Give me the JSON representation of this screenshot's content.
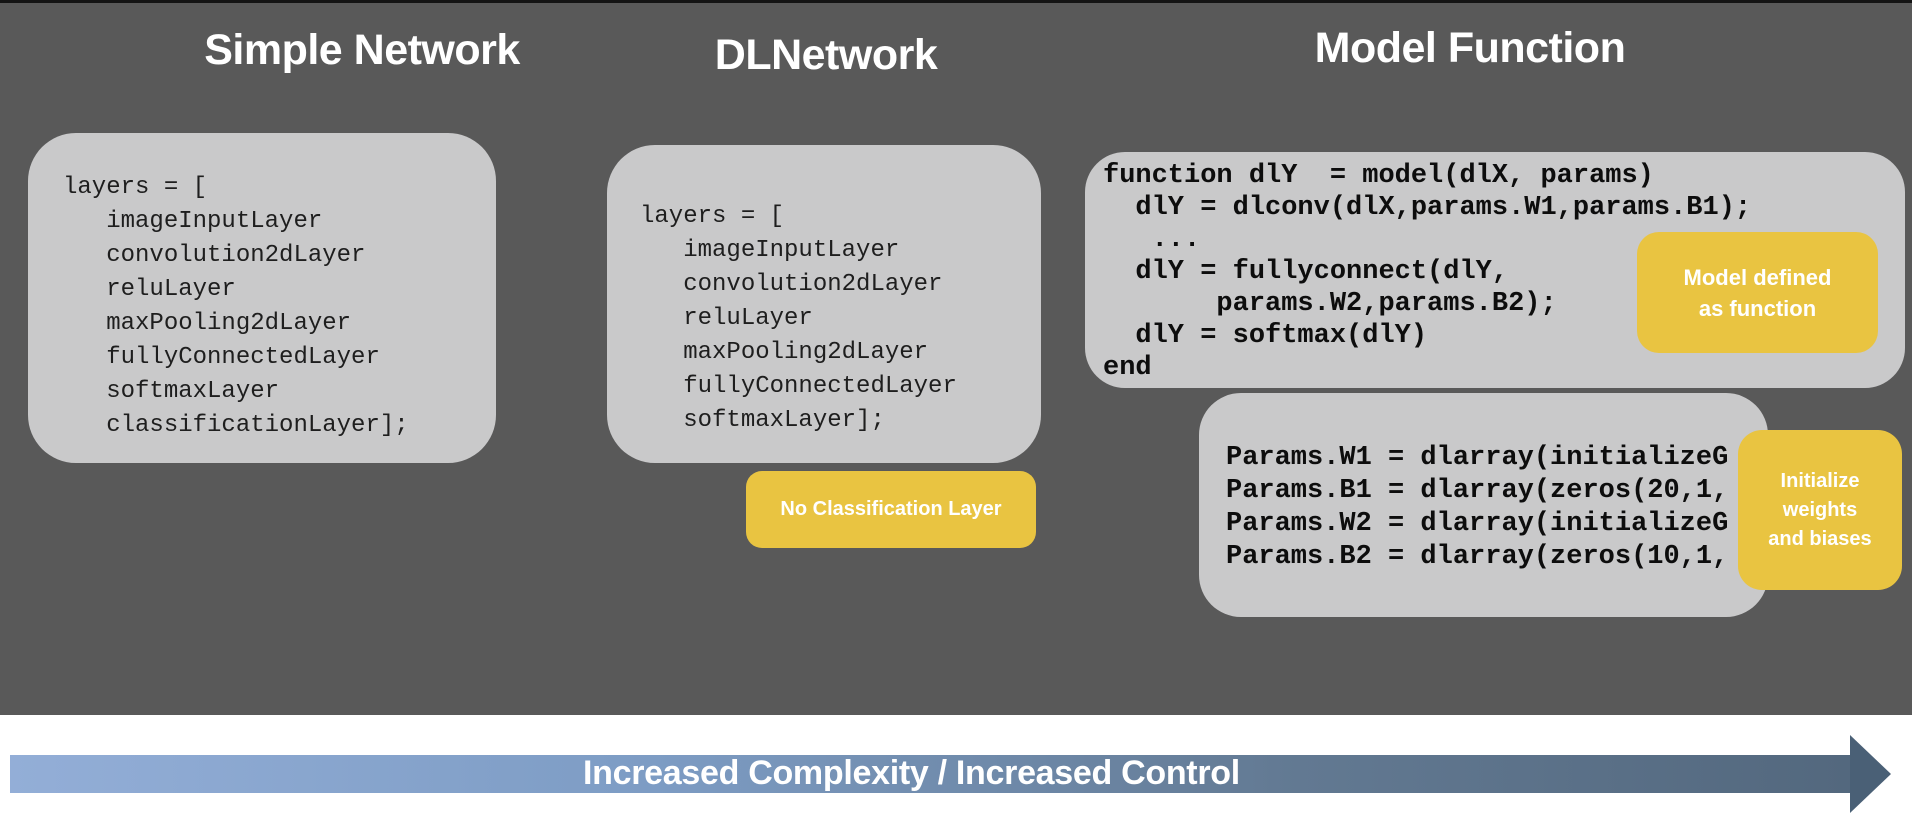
{
  "sections": [
    {
      "title": "Simple Network",
      "code_lines": [
        "layers = [",
        "   imageInputLayer",
        "   convolution2dLayer",
        "   reluLayer",
        "   maxPooling2dLayer",
        "   fullyConnectedLayer",
        "   softmaxLayer",
        "   classificationLayer];"
      ]
    },
    {
      "title": "DLNetwork",
      "code_lines": [
        "layers = [",
        "   imageInputLayer",
        "   convolution2dLayer",
        "   reluLayer",
        "   maxPooling2dLayer",
        "   fullyConnectedLayer",
        "   softmaxLayer];"
      ],
      "callout": [
        "No Classification Layer"
      ]
    },
    {
      "title": "Model Function",
      "code_lines": [
        "function dlY  = model(dlX, params)",
        "  dlY = dlconv(dlX,params.W1,params.B1);",
        "   ...",
        "  dlY = fullyconnect(dlY,",
        "       params.W2,params.B2);",
        "  dlY = softmax(dlY)",
        "end"
      ],
      "callout": [
        "Model defined",
        "as function"
      ],
      "code2_lines": [
        "Params.W1 = dlarray(initializeG",
        "Params.B1 = dlarray(zeros(20,1,",
        "Params.W2 = dlarray(initializeG",
        "Params.B2 = dlarray(zeros(10,1,"
      ],
      "callout2": [
        "Initialize",
        "weights",
        "and biases"
      ]
    }
  ],
  "arrow": {
    "label": "Increased Complexity / Increased Control"
  },
  "colors": {
    "background_dark": "#595959",
    "panel_gray": "#C9C9CA",
    "callout_yellow": "#E9C441",
    "code_text": "#0d0d0d",
    "title_text": "#FFFFFF",
    "arrow_gradient_start": "#93AED7",
    "arrow_gradient_end": "#53687E",
    "arrow_head": "#4A6076"
  }
}
